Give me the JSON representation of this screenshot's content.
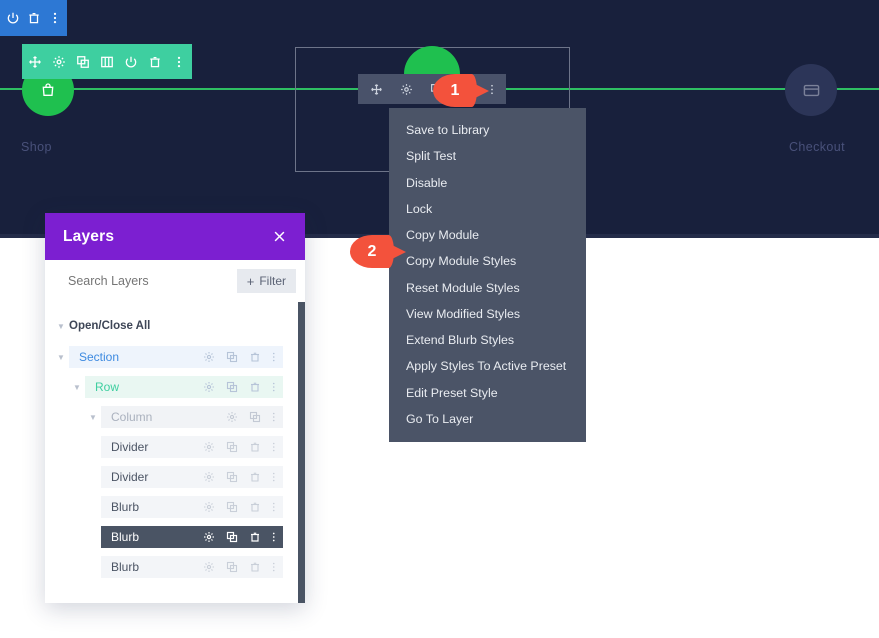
{
  "canvas": {
    "background_dark": "#18203c",
    "background_light": "#ffffff",
    "connector_color": "#2fbf63",
    "nodes": [
      {
        "id": "shop",
        "label": "Shop",
        "icon": "shopping-bag-icon",
        "color": "#1fc04f"
      },
      {
        "id": "checkout",
        "label": "Checkout",
        "icon": "credit-card-icon",
        "color": "#2c3558"
      }
    ]
  },
  "blue_toolbar": {
    "accent": "#2d78d4",
    "icons": [
      "power-icon",
      "trash-icon",
      "more-vertical-icon"
    ]
  },
  "teal_toolbar": {
    "accent": "#3ecfa0",
    "icons": [
      "move-icon",
      "gear-icon",
      "duplicate-icon",
      "columns-icon",
      "power-icon",
      "trash-icon",
      "more-vertical-icon"
    ]
  },
  "module_toolbar": {
    "background": "#49526a",
    "icons": [
      "move-icon",
      "gear-icon",
      "duplicate-icon",
      "more-vertical-icon"
    ]
  },
  "context_menu": {
    "background": "#4b5467",
    "items": [
      {
        "label": "Save to Library"
      },
      {
        "label": "Split Test"
      },
      {
        "label": "Disable"
      },
      {
        "label": "Lock"
      },
      {
        "label": "Copy Module"
      },
      {
        "label": "Copy Module Styles"
      },
      {
        "label": "Reset Module Styles"
      },
      {
        "label": "View Modified Styles"
      },
      {
        "label": "Extend Blurb Styles"
      },
      {
        "label": "Apply Styles To Active Preset"
      },
      {
        "label": "Edit Preset Style"
      },
      {
        "label": "Go To Layer"
      }
    ]
  },
  "callouts": [
    {
      "number": "1",
      "color": "#f3523c"
    },
    {
      "number": "2",
      "color": "#f3523c"
    }
  ],
  "layers_panel": {
    "title": "Layers",
    "header_color": "#7c1fd1",
    "close_icon": "close-icon",
    "search": {
      "placeholder": "Search Layers",
      "value": ""
    },
    "filter_button": {
      "label": "Filter",
      "plus": "+"
    },
    "open_close_all": "Open/Close All",
    "rows": [
      {
        "label": "Section",
        "depth": 1,
        "caret": true,
        "tint": "section",
        "icons": [
          "gear-icon",
          "duplicate-icon",
          "trash-icon",
          "more-vertical-icon"
        ]
      },
      {
        "label": "Row",
        "depth": 2,
        "caret": true,
        "tint": "row",
        "icons": [
          "gear-icon",
          "duplicate-icon",
          "trash-icon",
          "more-vertical-icon"
        ]
      },
      {
        "label": "Column",
        "depth": 3,
        "caret": true,
        "tint": "column",
        "icons": [
          "gear-icon",
          "duplicate-icon",
          "more-vertical-icon"
        ]
      },
      {
        "label": "Divider",
        "depth": 4,
        "caret": false,
        "tint": "module",
        "icons": [
          "gear-icon",
          "duplicate-icon",
          "trash-icon",
          "more-vertical-icon"
        ]
      },
      {
        "label": "Divider",
        "depth": 4,
        "caret": false,
        "tint": "module",
        "icons": [
          "gear-icon",
          "duplicate-icon",
          "trash-icon",
          "more-vertical-icon"
        ]
      },
      {
        "label": "Blurb",
        "depth": 4,
        "caret": false,
        "tint": "module",
        "icons": [
          "gear-icon",
          "duplicate-icon",
          "trash-icon",
          "more-vertical-icon"
        ]
      },
      {
        "label": "Blurb",
        "depth": 4,
        "caret": false,
        "tint": "active",
        "icons": [
          "gear-icon",
          "duplicate-icon",
          "trash-icon",
          "more-vertical-icon"
        ]
      },
      {
        "label": "Blurb",
        "depth": 4,
        "caret": false,
        "tint": "module",
        "icons": [
          "gear-icon",
          "duplicate-icon",
          "trash-icon",
          "more-vertical-icon"
        ]
      }
    ]
  }
}
